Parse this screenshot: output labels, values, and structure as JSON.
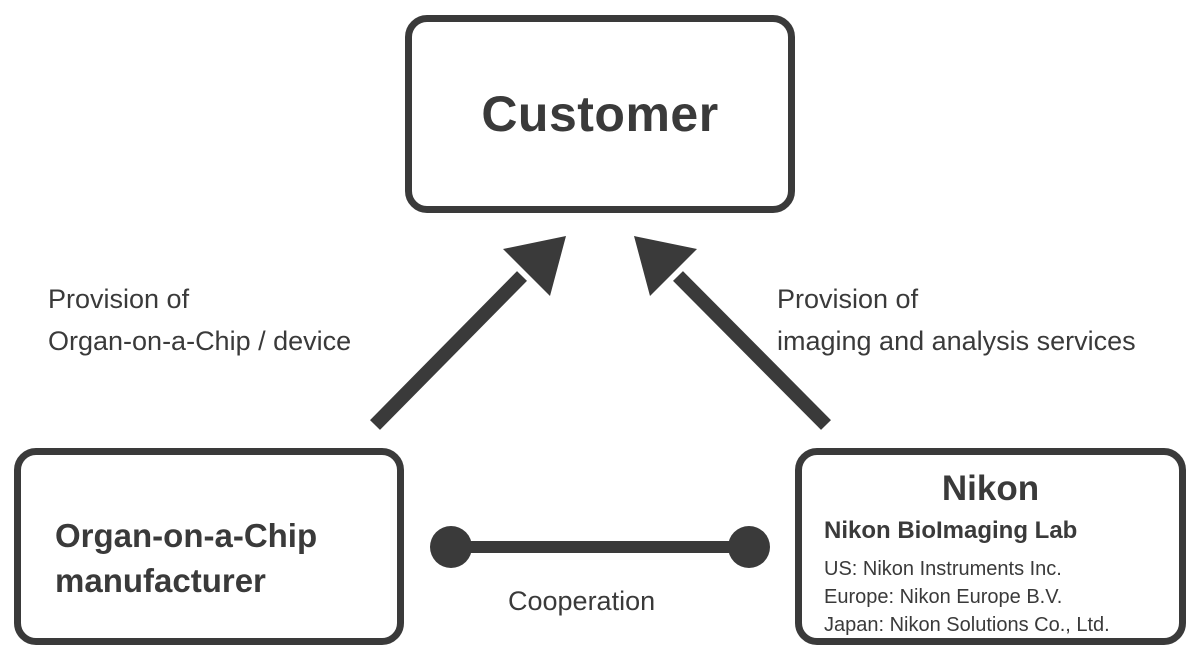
{
  "customer": {
    "title": "Customer"
  },
  "manufacturer": {
    "line1": "Organ-on-a-Chip",
    "line2": "manufacturer"
  },
  "nikon": {
    "title": "Nikon",
    "lab": "Nikon BioImaging Lab",
    "offices": [
      "US: Nikon Instruments Inc.",
      "Europe: Nikon Europe B.V.",
      "Japan: Nikon Solutions Co., Ltd."
    ]
  },
  "edges": {
    "left": {
      "line1": "Provision of",
      "line2": "Organ-on-a-Chip / device"
    },
    "right": {
      "line1": "Provision of",
      "line2": "imaging and analysis services"
    },
    "bottom": {
      "label": "Cooperation"
    }
  },
  "colors": {
    "stroke": "#3a3a3a",
    "background": "#ffffff"
  }
}
